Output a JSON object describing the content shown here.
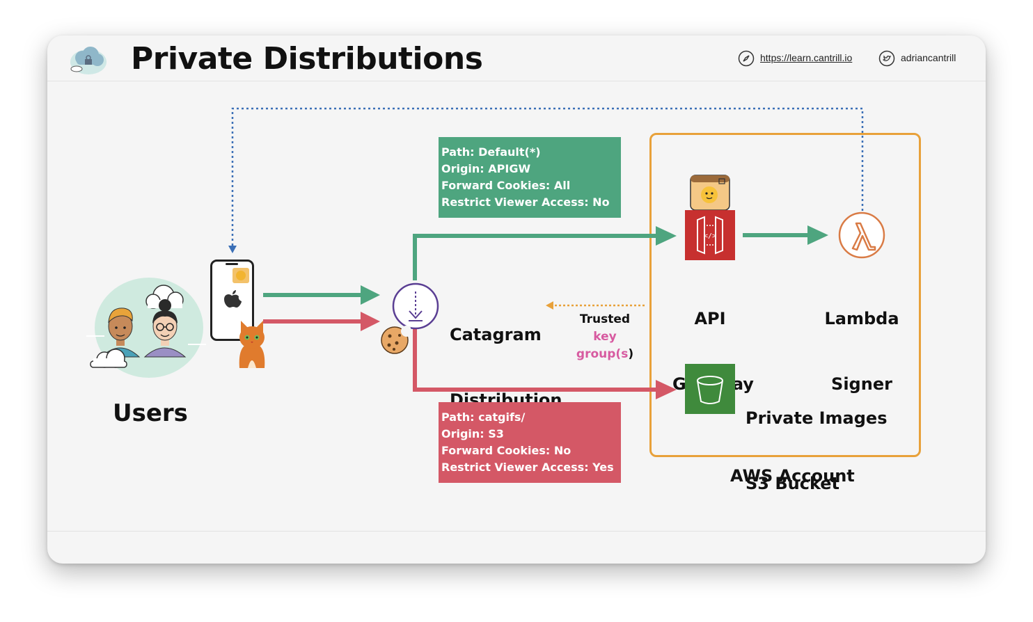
{
  "header": {
    "title": "Private Distributions",
    "url": "https://learn.cantrill.io",
    "handle": "adriancantrill"
  },
  "users": {
    "label": "Users"
  },
  "distribution": {
    "line1": "Catagram",
    "line2": "Distribution"
  },
  "trusted": {
    "word1": "Trusted",
    "word2": "key",
    "word3": "group(",
    "word4": "s",
    "word5": ")"
  },
  "api_gateway": {
    "line1": "API",
    "line2": "Gateway"
  },
  "lambda": {
    "line1": "Lambda",
    "line2": "Signer"
  },
  "s3": {
    "line1": "Private Images",
    "line2": "S3 Bucket"
  },
  "aws_account": {
    "label": "AWS Account"
  },
  "behavior_default": {
    "lines": [
      "Path: Default(*)",
      "Origin: APIGW",
      "Forward Cookies: All",
      "Restrict Viewer Access: No"
    ]
  },
  "behavior_catgifs": {
    "lines": [
      "Path: catgifs/",
      "Origin: S3",
      "Forward Cookies: No",
      "Restrict Viewer Access: Yes"
    ]
  },
  "colors": {
    "green": "#4ea57f",
    "red": "#d45866",
    "orange_border": "#e8a13a",
    "dotted_blue": "#3b6fb6",
    "api_red": "#c7302f",
    "s3_green": "#3f8a3c",
    "lambda_orange": "#d97b45",
    "cloudfront_purple": "#5a3e93"
  }
}
